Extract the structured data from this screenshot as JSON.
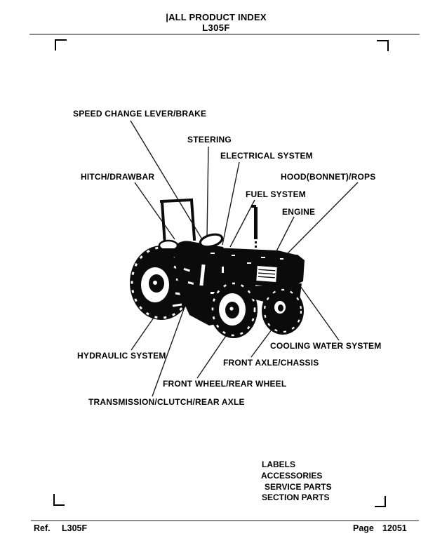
{
  "header": {
    "title": "|ALL PRODUCT INDEX",
    "model": "L305F"
  },
  "diagram": {
    "illustration": "tractor-silhouette",
    "callouts": [
      {
        "label": "SPEED CHANGE LEVER/BRAKE"
      },
      {
        "label": "STEERING"
      },
      {
        "label": "ELECTRICAL SYSTEM"
      },
      {
        "label": "HITCH/DRAWBAR"
      },
      {
        "label": "HOOD(BONNET)/ROPS"
      },
      {
        "label": "FUEL SYSTEM"
      },
      {
        "label": "ENGINE"
      },
      {
        "label": "HYDRAULIC SYSTEM"
      },
      {
        "label": "COOLING WATER SYSTEM"
      },
      {
        "label": "FRONT AXLE/CHASSIS"
      },
      {
        "label": "FRONT WHEEL/REAR WHEEL"
      },
      {
        "label": "TRANSMISSION/CLUTCH/REAR AXLE"
      }
    ]
  },
  "index_links": [
    {
      "label": "LABELS"
    },
    {
      "label": "ACCESSORIES"
    },
    {
      "label": "SERVICE PARTS"
    },
    {
      "label": "SECTION PARTS"
    }
  ],
  "footer": {
    "ref_label": "Ref.",
    "ref_value": "L305F",
    "page_label": "Page",
    "page_value": "12051"
  },
  "colors": {
    "text": "#000000",
    "rule": "#8c8c8c",
    "background": "#ffffff",
    "ink": "#0b0b0b"
  }
}
